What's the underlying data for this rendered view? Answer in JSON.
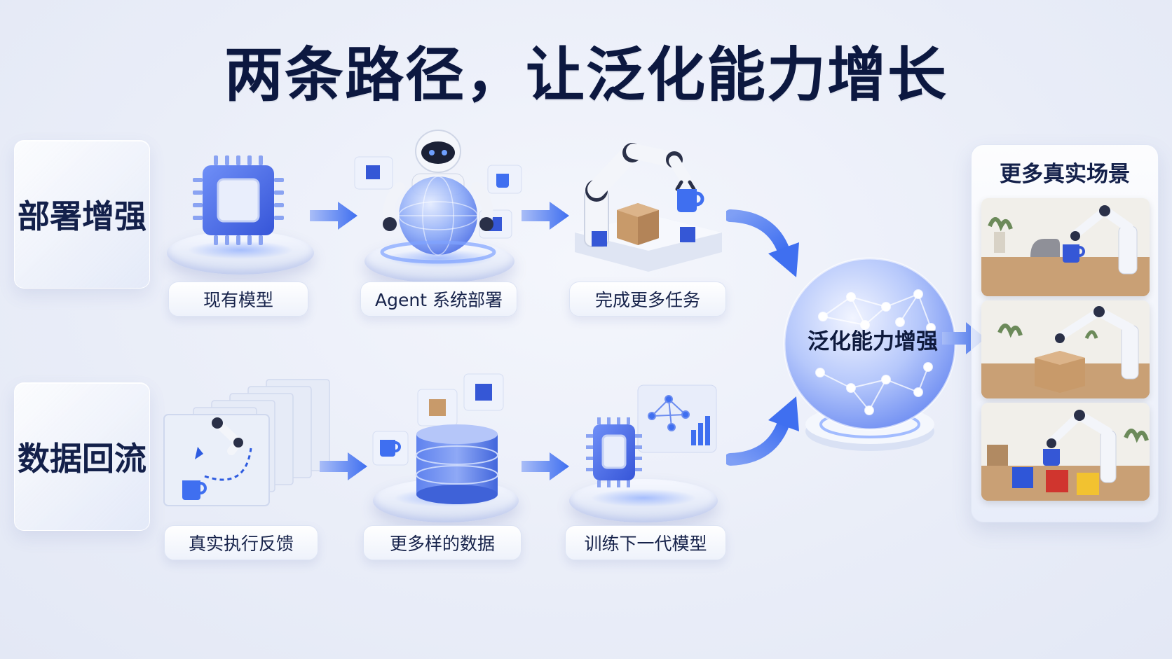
{
  "title": "两条路径，让泛化能力增长",
  "rows": {
    "top": {
      "label": "部署增强",
      "steps": [
        "现有模型",
        "Agent 系统部署",
        "完成更多任务"
      ]
    },
    "bottom": {
      "label": "数据回流",
      "steps": [
        "真实执行反馈",
        "更多样的数据",
        "训练下一代模型"
      ]
    }
  },
  "hub": {
    "label": "泛化能力增强"
  },
  "scenes": {
    "title": "更多真实场景",
    "count": 3
  },
  "colors": {
    "accent": "#3f6ff0",
    "title": "#0c1840",
    "cube": "#3557d6",
    "box": "#c89a6a"
  },
  "icons": [
    "chip-icon",
    "robot-icon",
    "robot-arm-icon",
    "hub-sphere-icon",
    "film-frames-icon",
    "database-icon",
    "network-chart-icon",
    "cube-icon",
    "mug-icon"
  ]
}
